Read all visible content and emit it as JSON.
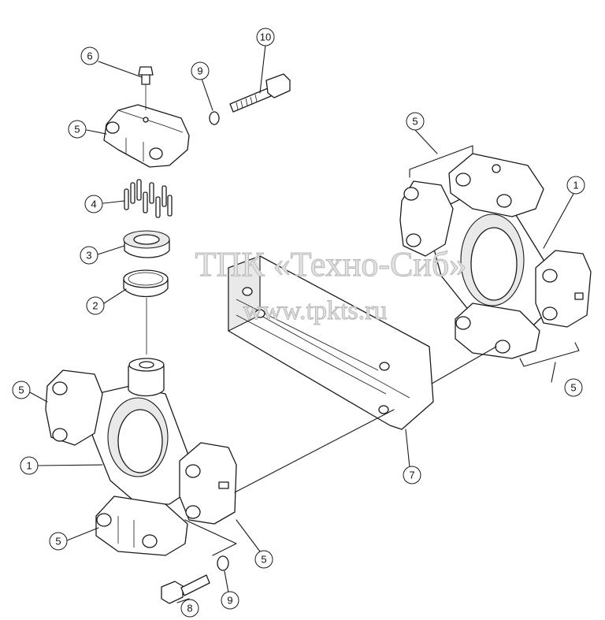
{
  "watermark": {
    "line1": "ТПК «Техно-Сиб»",
    "line2": "www.tpkts.ru"
  },
  "callouts": [
    {
      "id": "c10",
      "label": "10"
    },
    {
      "id": "c6",
      "label": "6"
    },
    {
      "id": "c9a",
      "label": "9"
    },
    {
      "id": "c5a",
      "label": "5"
    },
    {
      "id": "c4",
      "label": "4"
    },
    {
      "id": "c3",
      "label": "3"
    },
    {
      "id": "c2",
      "label": "2"
    },
    {
      "id": "c5b",
      "label": "5"
    },
    {
      "id": "c1a",
      "label": "1"
    },
    {
      "id": "c5c",
      "label": "5"
    },
    {
      "id": "c8",
      "label": "8"
    },
    {
      "id": "c9b",
      "label": "9"
    },
    {
      "id": "c5d",
      "label": "5"
    },
    {
      "id": "c7",
      "label": "7"
    },
    {
      "id": "c5e",
      "label": "5"
    },
    {
      "id": "c1b",
      "label": "1"
    },
    {
      "id": "c5f",
      "label": "5"
    }
  ]
}
